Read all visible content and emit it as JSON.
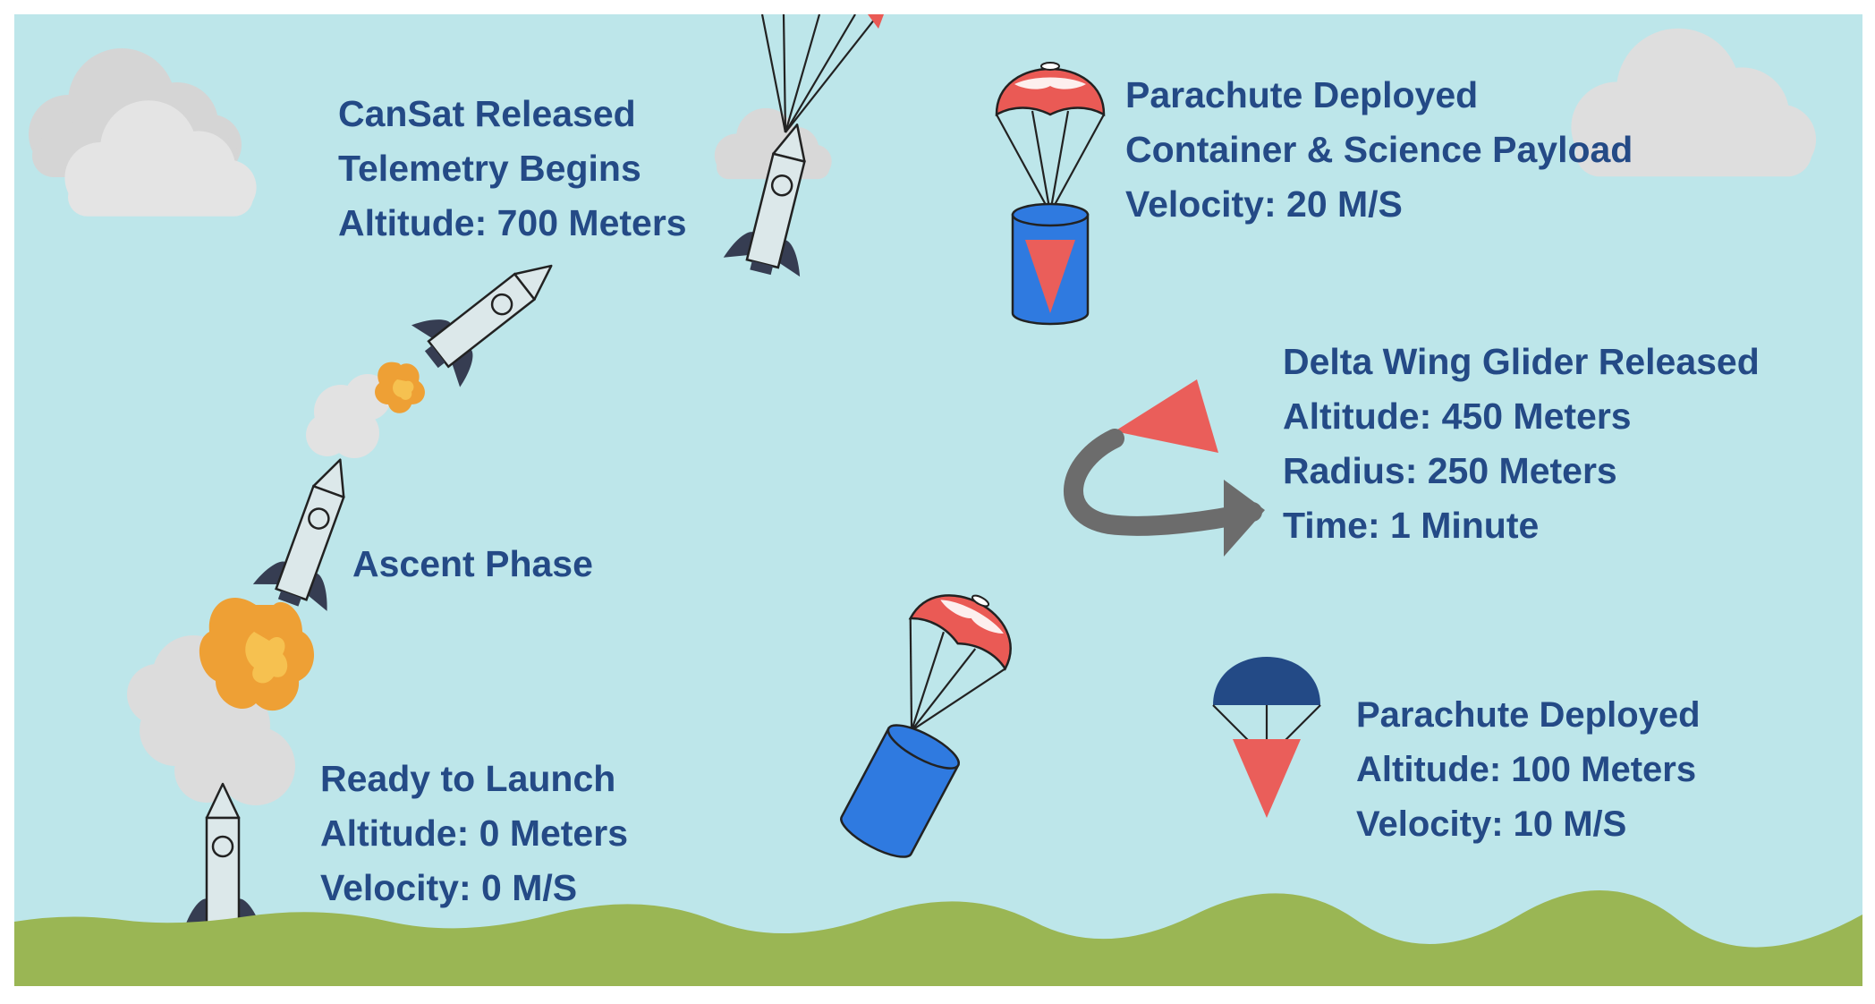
{
  "labels": {
    "ready": [
      "Ready to Launch",
      "Altitude: 0 Meters",
      "Velocity: 0 M/S"
    ],
    "ascent": [
      "Ascent Phase"
    ],
    "released": [
      "CanSat Released",
      "Telemetry Begins",
      "Altitude: 700 Meters"
    ],
    "container": [
      "Parachute Deployed",
      "Container & Science Payload",
      "Velocity: 20 M/S"
    ],
    "glider": [
      "Delta Wing Glider Released",
      "Altitude: 450 Meters",
      "Radius: 250 Meters",
      "Time: 1 Minute"
    ],
    "payload": [
      "Parachute Deployed",
      "Altitude: 100 Meters",
      "Velocity: 10 M/S"
    ]
  },
  "colors": {
    "sky": "#bde6ea",
    "ground": "#9ab654",
    "text": "#244a86",
    "canister": "#2f7ae0",
    "chute_red": "#ea5a55",
    "chute_navy": "#234a86",
    "glider": "#ea5e5a",
    "arrow": "#6c6c6c",
    "rocket_body": "#dce8ea",
    "rocket_fin": "#363d52",
    "flame": "#eea035",
    "cloud": "#dcdcdc"
  }
}
